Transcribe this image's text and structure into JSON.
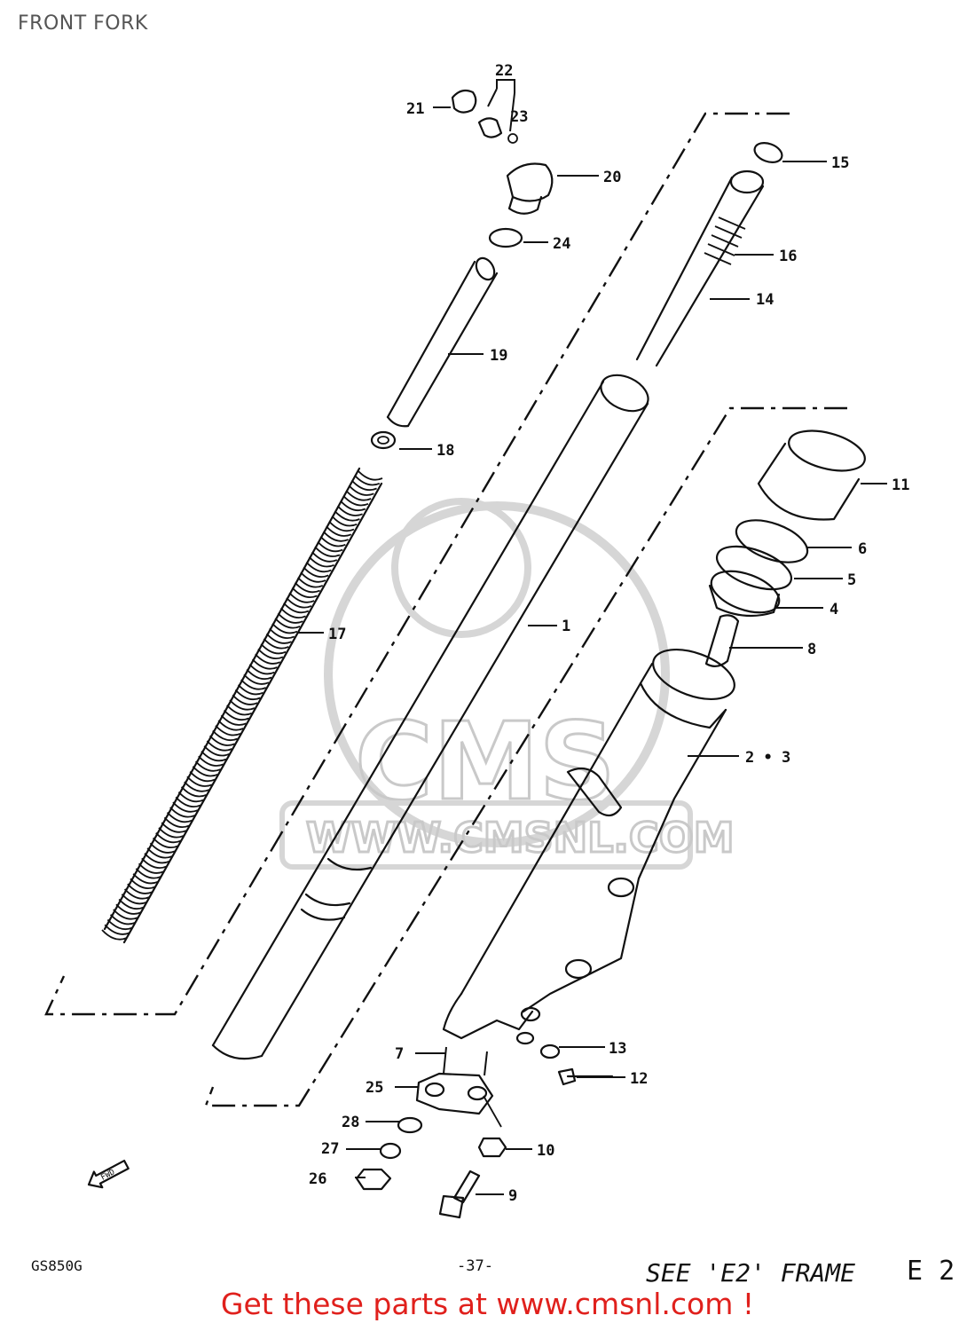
{
  "header": {
    "title": "FRONT FORK"
  },
  "callouts": {
    "c1": "1",
    "c23": "2 • 3",
    "c4": "4",
    "c5": "5",
    "c6": "6",
    "c7": "7",
    "c8": "8",
    "c9": "9",
    "c10": "10",
    "c11": "11",
    "c12": "12",
    "c13": "13",
    "c14": "14",
    "c15": "15",
    "c16": "16",
    "c17": "17",
    "c18": "18",
    "c19": "19",
    "c20": "20",
    "c21": "21",
    "c22": "22",
    "c23b": "23",
    "c24": "24",
    "c25": "25",
    "c26": "26",
    "c27": "27",
    "c28": "28"
  },
  "watermark": {
    "brand": "CMS",
    "url": "WWW.CMSNL.COM"
  },
  "direction_marker": "FWD",
  "footer": {
    "model": "GS850G",
    "page": "-37-",
    "note": "SEE 'E2' FRAME",
    "code": "E 2",
    "cta": "Get these parts at www.cmsnl.com !"
  },
  "colors": {
    "cta": "#e0201c",
    "ink": "#111111",
    "watermark": "#c9c9c9",
    "title": "#555555"
  }
}
